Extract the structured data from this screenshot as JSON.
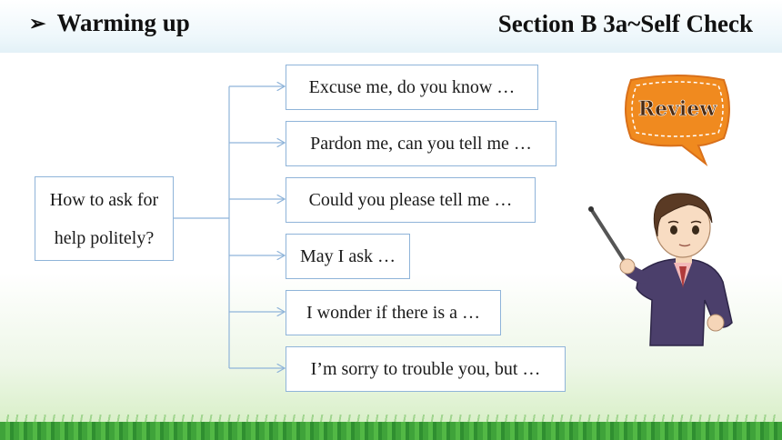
{
  "header": {
    "bullet": "➢",
    "title": "Warming up",
    "section": "Section B 3a~Self Check"
  },
  "main_topic": {
    "line1": "How to ask for",
    "line2": "help politely?"
  },
  "phrases": [
    "Excuse me, do you know …",
    "Pardon me, can you tell me …",
    "Could you please tell me …",
    "May I ask …",
    "I wonder if there is a …",
    "I’m sorry to trouble you, but …"
  ],
  "review_badge": "Review",
  "colors": {
    "line": "#8fb4d9",
    "badge": "#f08a1f",
    "badge_text": "#4a2a12"
  }
}
